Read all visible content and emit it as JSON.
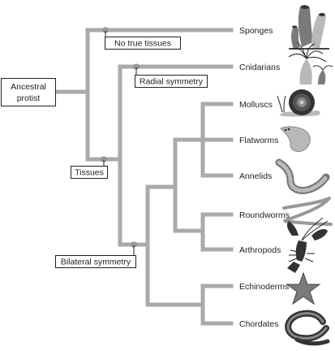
{
  "root": {
    "line1": "Ancestral",
    "line2": "protist"
  },
  "characters": {
    "no_true_tissues": "No true tissues",
    "tissues": "Tissues",
    "radial_symmetry": "Radial symmetry",
    "bilateral_symmetry": "Bilateral symmetry"
  },
  "taxa": [
    {
      "label": "Sponges",
      "icon": "sponge-icon"
    },
    {
      "label": "Cnidarians",
      "icon": "cnidarian-icon"
    },
    {
      "label": "Molluscs",
      "icon": "snail-icon"
    },
    {
      "label": "Flatworms",
      "icon": "flatworm-icon"
    },
    {
      "label": "Annelids",
      "icon": "earthworm-icon"
    },
    {
      "label": "Roundworms",
      "icon": "roundworm-icon"
    },
    {
      "label": "Arthropods",
      "icon": "lobster-icon"
    },
    {
      "label": "Echinoderms",
      "icon": "starfish-icon"
    },
    {
      "label": "Chordates",
      "icon": "eel-icon"
    }
  ],
  "colors": {
    "branch": "#aaaaaa",
    "text": "#222222",
    "box_border": "#222222"
  }
}
